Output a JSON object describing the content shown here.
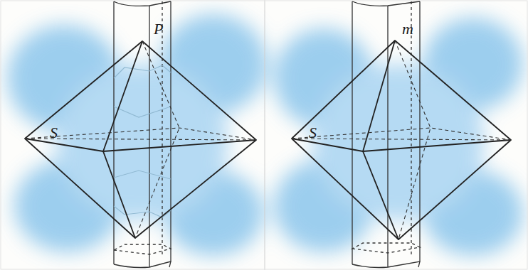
{
  "diagram": {
    "labels": [
      "S",
      "P",
      "S",
      "m"
    ]
  }
}
